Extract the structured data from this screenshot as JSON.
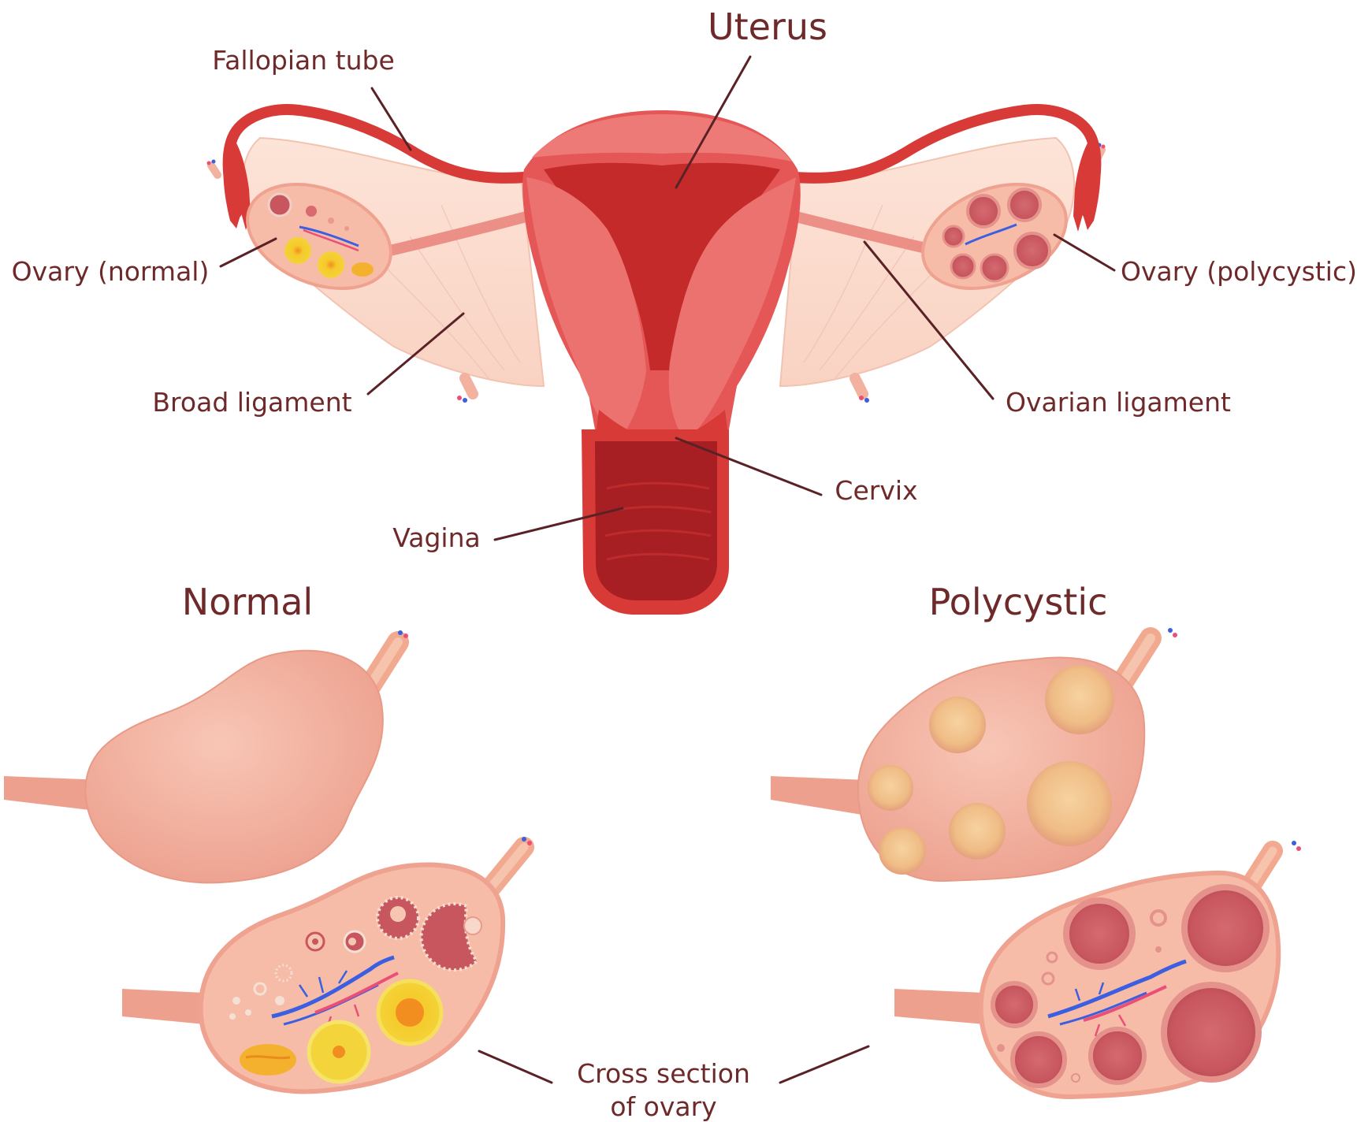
{
  "labels": {
    "uterus": "Uterus",
    "fallopian_tube": "Fallopian tube",
    "ovary_normal": "Ovary (normal)",
    "ovary_polycystic": "Ovary (polycystic)",
    "broad_ligament": "Broad ligament",
    "ovarian_ligament": "Ovarian ligament",
    "cervix": "Cervix",
    "vagina": "Vagina",
    "normal": "Normal",
    "polycystic": "Polycystic",
    "cross_section_line1": "Cross section",
    "cross_section_line2": "of ovary"
  },
  "colors": {
    "uterus_dark": "#c42a2a",
    "uterus_mid": "#e55757",
    "uterus_light": "#ee7a78",
    "tube_red": "#d83a37",
    "ligament": "#fde2d6",
    "ovary_skin": "#f3b2a0",
    "ovary_shadow": "#e69886",
    "follicle_yellow": "#f6d32a",
    "cyst_pink": "#c8565e",
    "cyst_outer": "#e4928b",
    "cyst_yellow": "#f3c88b",
    "label_text": "#6e2a2a",
    "vein_blue": "#3b5fe0",
    "artery_pink": "#ec4f76"
  }
}
